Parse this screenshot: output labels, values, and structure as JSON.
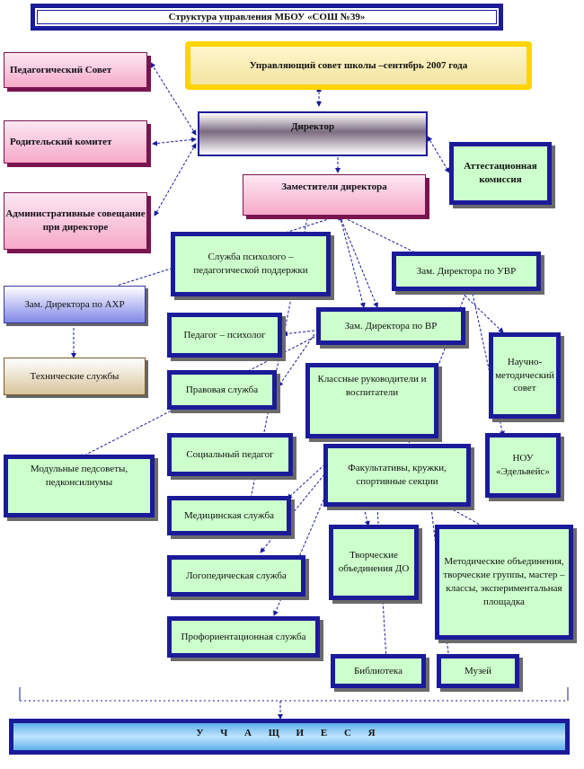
{
  "title": "Структура управления МБОУ «СОШ №39»",
  "council": "Управляющий совет школы –сентябрь 2007 года",
  "left_boxes": {
    "ped_council": "Педагогический Совет",
    "parent_committee": "Родительский комитет",
    "admin_meetings": "Административные совещание при директоре",
    "deputy_ahr": "Зам. Директора по АХР",
    "tech_services": "Технические службы",
    "modular": "Модульные педсоветы, педконсилиумы"
  },
  "director": "Директор",
  "attestation": "Аттестационная комиссия",
  "deputies": "Заместители директора",
  "psych_service": "Служба психолого – педагогической поддержки",
  "deputy_uvr": "Зам. Директора по УВР",
  "deputy_vr": "Зам. Директора  по ВР",
  "teacher_psych": "Педагог – психолог",
  "legal": "Правовая служба",
  "social": "Социальный педагог",
  "medical": "Медицинская служба",
  "speech": "Логопедическая служба",
  "career": "Профориентационная служба",
  "class_teachers": "Классные руководители и воспитатели",
  "electives": "Факультативы, кружки, спортивные секции",
  "creative": "Творческие объединения ДО",
  "library": "Библиотека",
  "museum": "Музей",
  "sci_council": "Научно-методический совет",
  "nou": "НОУ «Эдельвейс»",
  "method": "Методические объединения, творческие группы, мастер – классы, экспериментальная площадка",
  "students": "У Ч А Щ И Е С Я"
}
